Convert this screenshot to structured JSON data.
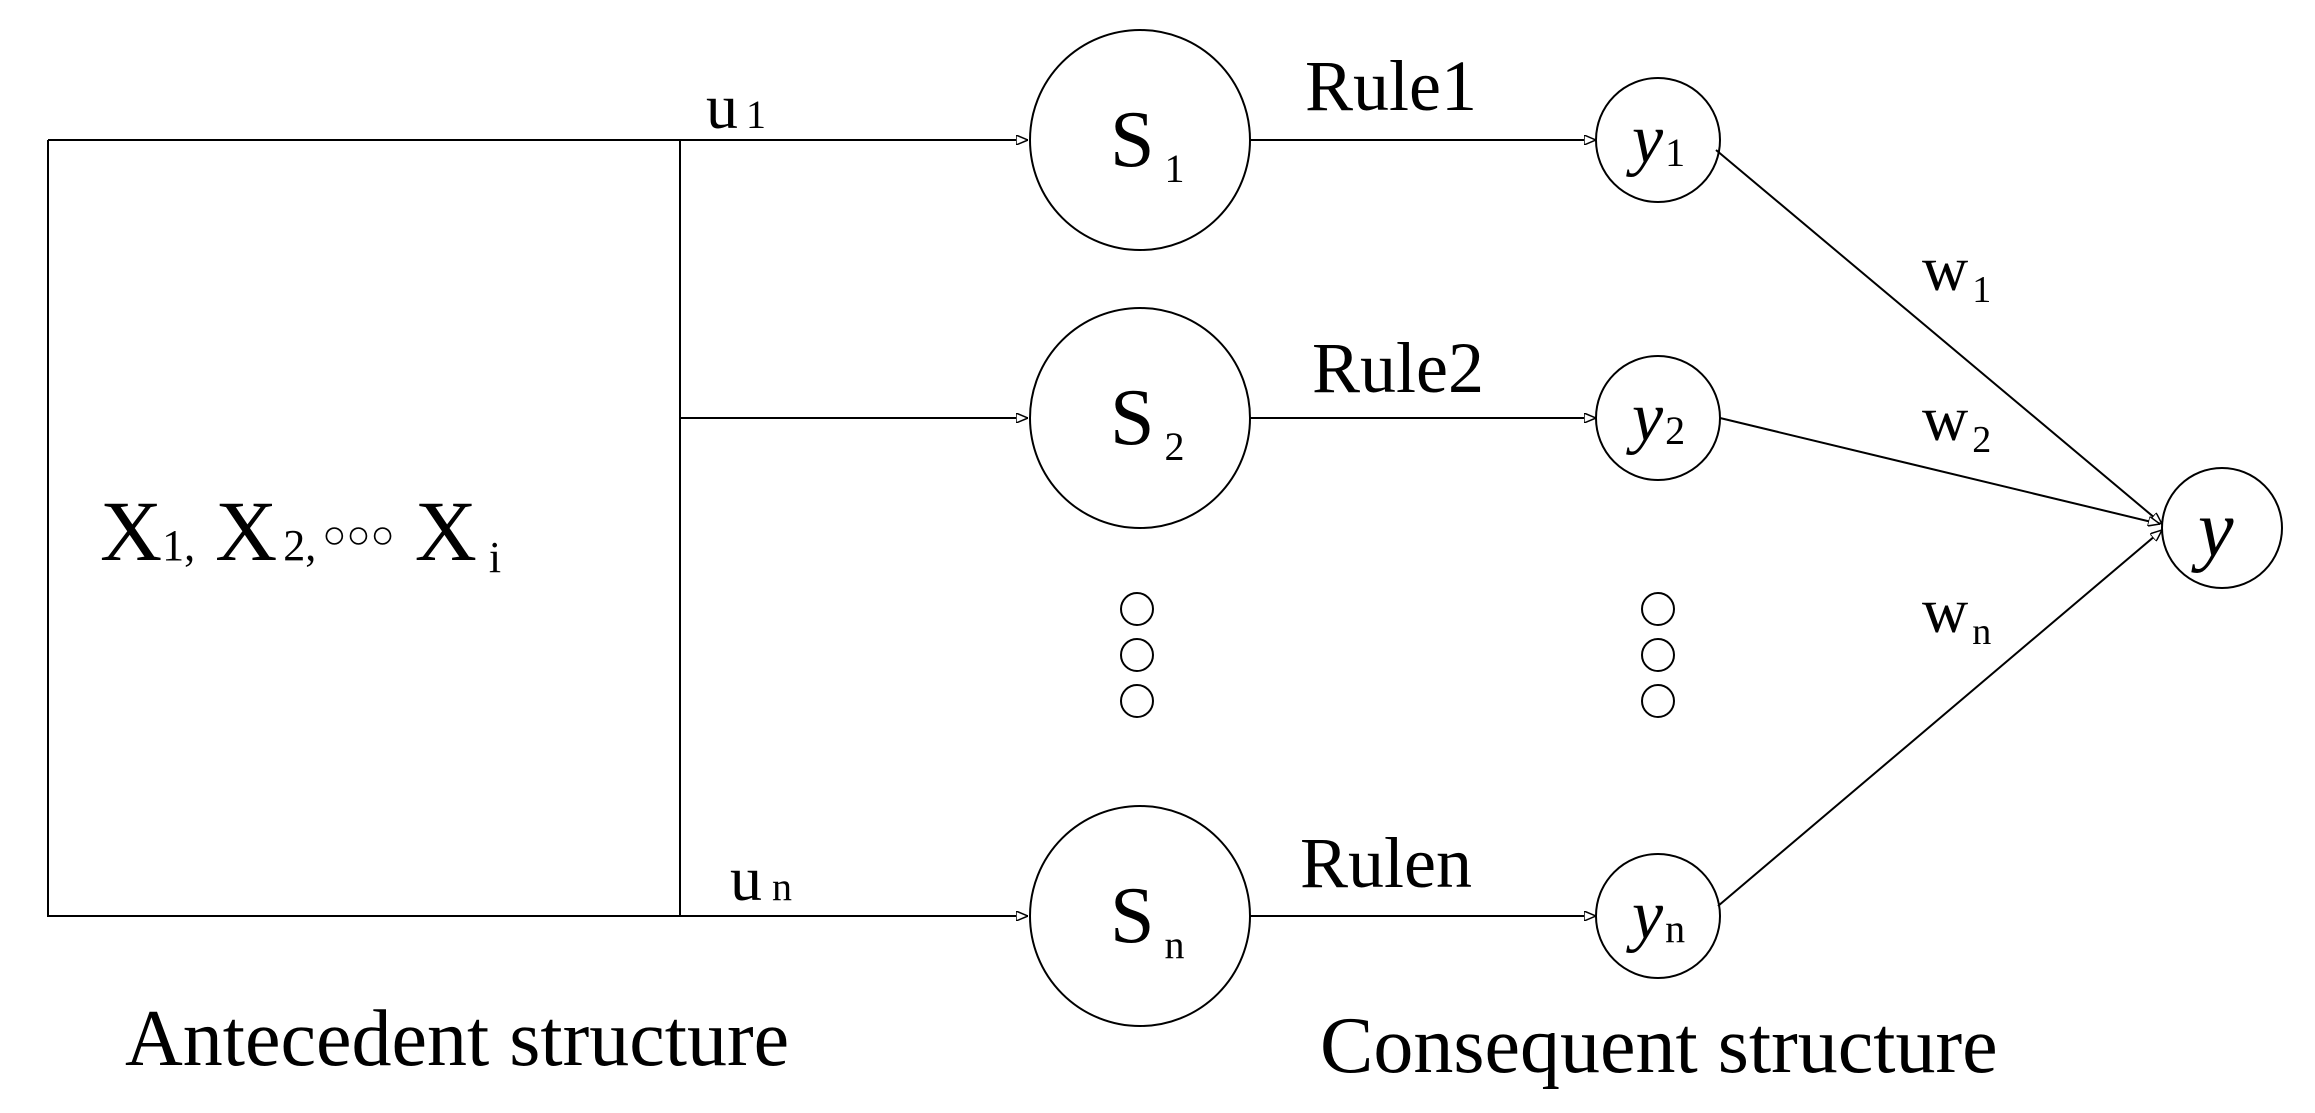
{
  "inputs": {
    "x1": "X",
    "x1_sub": "1,",
    "x2": "X",
    "x2_sub": "2,",
    "ellipsis": "○○○",
    "xi": "X",
    "xi_sub": "i"
  },
  "links": {
    "u1": "u",
    "u1_sub": "1",
    "un": "u",
    "un_sub": "n"
  },
  "rule_nodes": [
    {
      "letter": "S",
      "sub": "1"
    },
    {
      "letter": "S",
      "sub": "2"
    },
    {
      "letter": "S",
      "sub": "n"
    }
  ],
  "rules": [
    "Rule1",
    "Rule2",
    "Rulen"
  ],
  "output_nodes": [
    {
      "letter": "y",
      "sub": "1"
    },
    {
      "letter": "y",
      "sub": "2"
    },
    {
      "letter": "y",
      "sub": "n"
    }
  ],
  "weights": [
    {
      "letter": "w",
      "sub": "1"
    },
    {
      "letter": "w",
      "sub": "2"
    },
    {
      "letter": "w",
      "sub": "n"
    }
  ],
  "final_output": "y",
  "captions": {
    "antecedent": "Antecedent structure",
    "consequent": "Consequent structure"
  }
}
